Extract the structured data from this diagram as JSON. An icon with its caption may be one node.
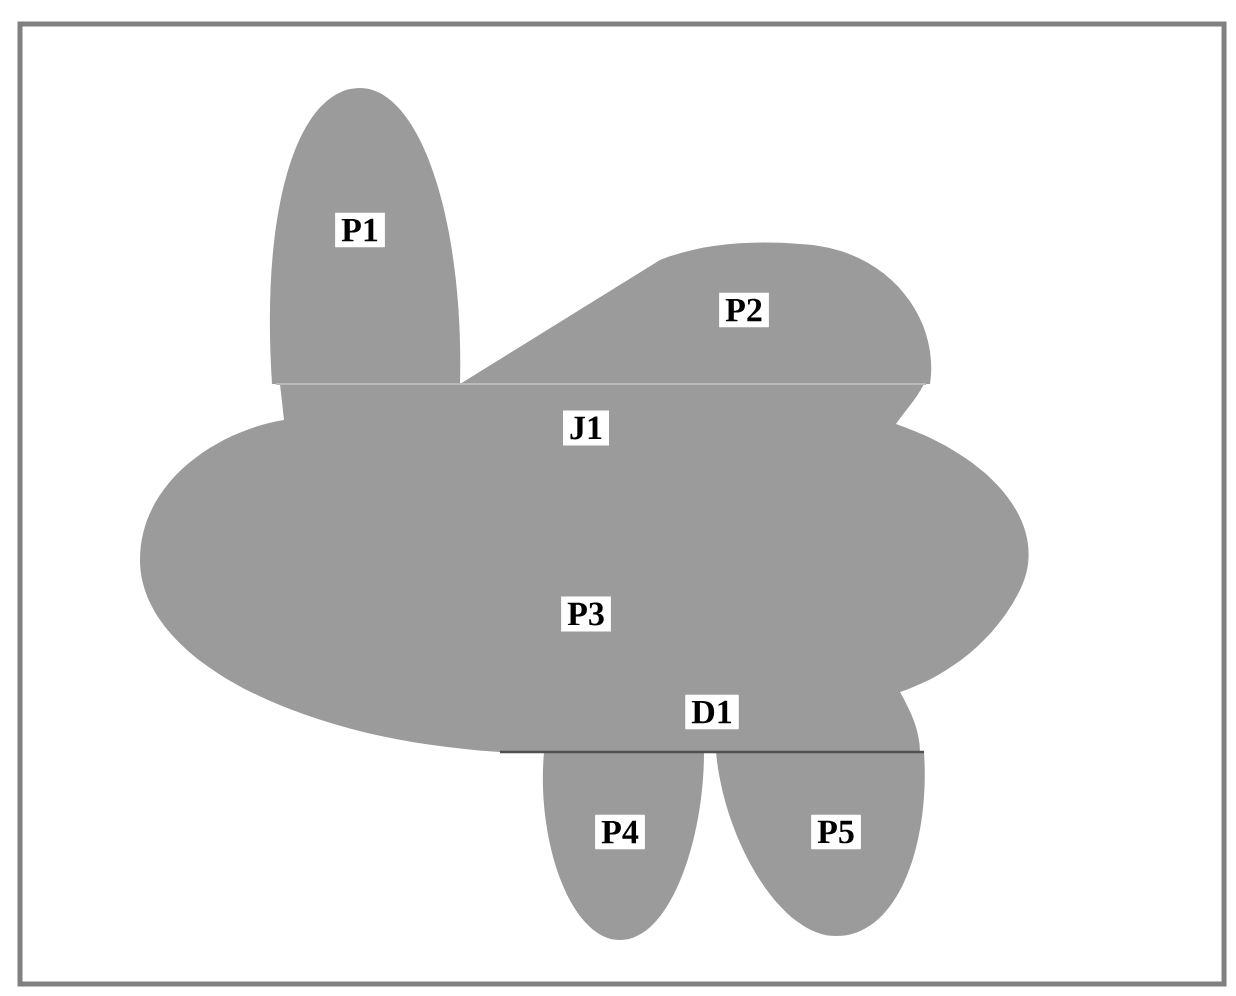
{
  "diagram": {
    "nodes": [
      {
        "text": [
          "P1"
        ]
      },
      {
        "text": [
          "P2"
        ]
      },
      {
        "text": [
          "P3"
        ]
      },
      {
        "text": [
          "P4"
        ]
      },
      {
        "text": [
          "P5"
        ]
      }
    ],
    "labels": [
      "J1",
      "D1"
    ]
  }
}
